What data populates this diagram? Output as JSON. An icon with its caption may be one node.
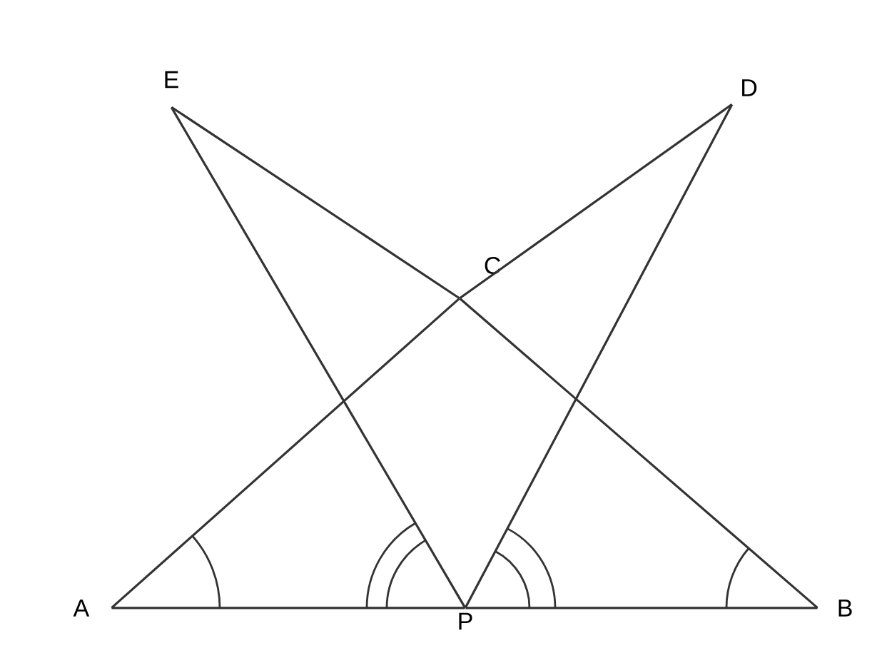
{
  "diagram": {
    "nodes": [
      {
        "text": [
          "A"
        ]
      },
      {
        "text": [
          "B"
        ]
      },
      {
        "text": [
          "C"
        ]
      },
      {
        "text": [
          "D"
        ]
      },
      {
        "text": [
          "E"
        ]
      },
      {
        "text": [
          "P"
        ]
      }
    ],
    "edges": [
      {
        "from": 0,
        "to": 5,
        "arrow": "none"
      },
      {
        "from": 5,
        "to": 1,
        "arrow": "none"
      },
      {
        "from": 0,
        "to": 2,
        "arrow": "none"
      },
      {
        "from": 2,
        "to": 3,
        "arrow": "none"
      },
      {
        "from": 1,
        "to": 2,
        "arrow": "none"
      },
      {
        "from": 2,
        "to": 4,
        "arrow": "none"
      },
      {
        "from": 4,
        "to": 5,
        "arrow": "none"
      },
      {
        "from": 5,
        "to": 3,
        "arrow": "none"
      }
    ]
  }
}
